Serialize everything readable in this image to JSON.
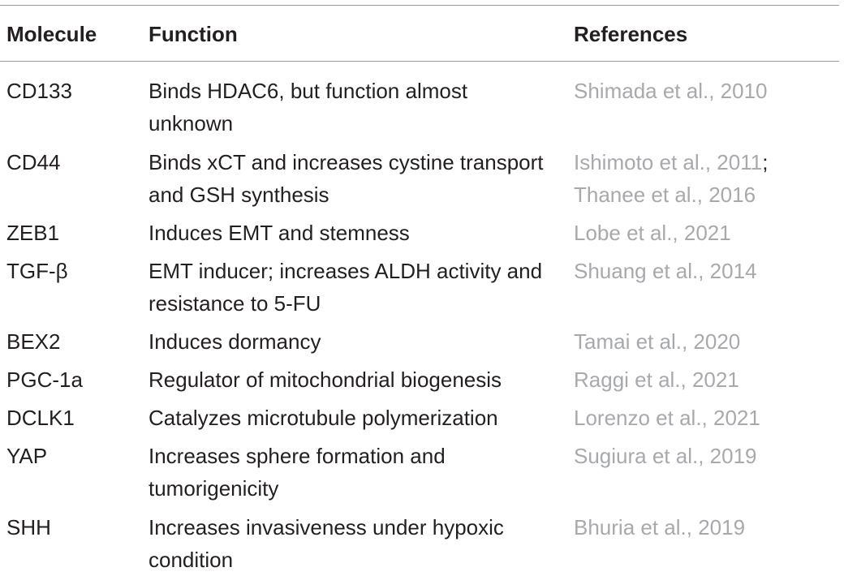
{
  "table": {
    "headers": {
      "molecule": "Molecule",
      "function": "Function",
      "references": "References"
    },
    "rows": [
      {
        "molecule": "CD133",
        "function": "Binds HDAC6, but function almost unknown",
        "ref1": "Shimada et al., 2010",
        "ref1_sep": "",
        "ref2": ""
      },
      {
        "molecule": "CD44",
        "function": "Binds xCT and increases cystine transport and GSH synthesis",
        "ref1": "Ishimoto et al., 2011",
        "ref1_sep": ";",
        "ref2": "Thanee et al., 2016"
      },
      {
        "molecule": "ZEB1",
        "function": "Induces EMT and stemness",
        "ref1": "Lobe et al., 2021",
        "ref1_sep": "",
        "ref2": ""
      },
      {
        "molecule": "TGF-β",
        "function": "EMT inducer; increases ALDH activity and resistance to 5-FU",
        "ref1": "Shuang et al., 2014",
        "ref1_sep": "",
        "ref2": ""
      },
      {
        "molecule": "BEX2",
        "function": "Induces dormancy",
        "ref1": "Tamai et al., 2020",
        "ref1_sep": "",
        "ref2": ""
      },
      {
        "molecule": "PGC-1a",
        "function": "Regulator of mitochondrial biogenesis",
        "ref1": "Raggi et al., 2021",
        "ref1_sep": "",
        "ref2": ""
      },
      {
        "molecule": "DCLK1",
        "function": "Catalyzes microtubule polymerization",
        "ref1": "Lorenzo et al., 2021",
        "ref1_sep": "",
        "ref2": ""
      },
      {
        "molecule": "YAP",
        "function": "Increases sphere formation and tumorigenicity",
        "ref1": "Sugiura et al., 2019",
        "ref1_sep": "",
        "ref2": ""
      },
      {
        "molecule": "SHH",
        "function": "Increases invasiveness under hypoxic condition",
        "ref1": "Bhuria et al., 2019",
        "ref1_sep": "",
        "ref2": ""
      }
    ],
    "colors": {
      "text": "#231f20",
      "reference_text": "#a7a9ac",
      "rule": "#999999"
    }
  }
}
